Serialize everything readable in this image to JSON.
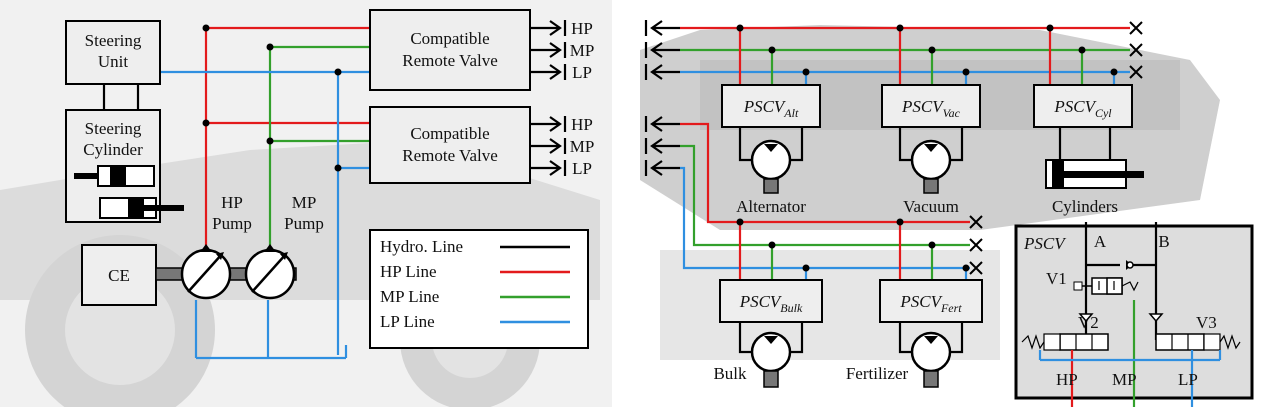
{
  "left": {
    "steering_unit": "Steering Unit",
    "steering_cylinder": "Steering Cylinder",
    "valve_top": "Compatible Remote Valve",
    "valve_bottom": "Compatible Remote Valve",
    "ce": "CE",
    "hp_pump": "HP Pump",
    "mp_pump": "MP Pump",
    "ports_top": [
      "HP",
      "MP",
      "LP"
    ],
    "ports_bottom": [
      "HP",
      "MP",
      "LP"
    ]
  },
  "legend": [
    {
      "label": "Hydro. Line",
      "color": "#000000"
    },
    {
      "label": "HP Line",
      "color": "#e31a1c"
    },
    {
      "label": "MP Line",
      "color": "#33a02c"
    },
    {
      "label": "LP Line",
      "color": "#2f8fe0"
    }
  ],
  "right": {
    "pscv_prefix": "PSCV",
    "modules": [
      {
        "sub": "Alt",
        "caption": "Alternator"
      },
      {
        "sub": "Vac",
        "caption": "Vacuum"
      },
      {
        "sub": "Cyl",
        "caption": "Cylinders"
      },
      {
        "sub": "Bulk",
        "caption": "Bulk"
      },
      {
        "sub": "Fert",
        "caption": "Fertilizer"
      }
    ]
  },
  "detail": {
    "title": "PSCV",
    "port_a": "A",
    "port_b": "B",
    "v1": "V1",
    "v2": "V2",
    "v3": "V3",
    "bottom_ports": [
      "HP",
      "MP",
      "LP"
    ]
  }
}
